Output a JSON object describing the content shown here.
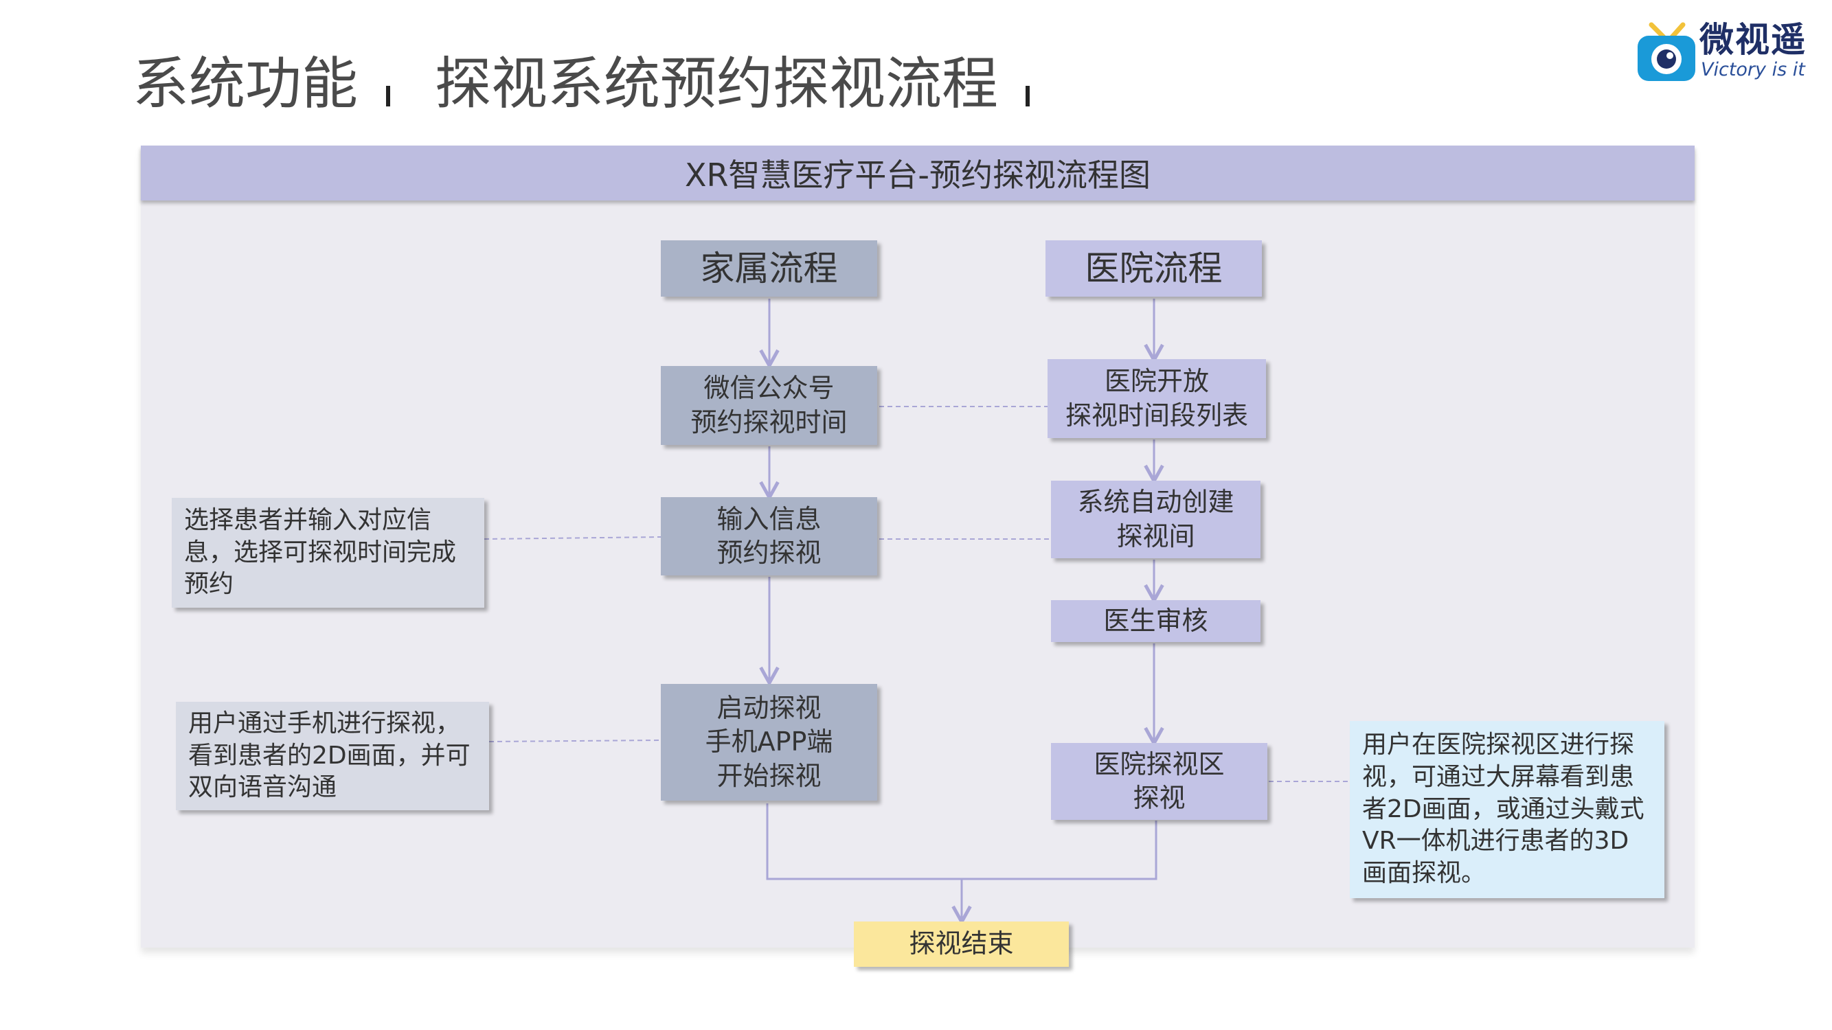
{
  "header": {
    "title": "系统功能",
    "subtitle": "探视系统预约探视流程"
  },
  "logo": {
    "name": "微视遥",
    "slogan": "Victory is it"
  },
  "diagram": {
    "title": "XR智慧医疗平台-预约探视流程图",
    "family_lane": {
      "heading": "家属流程",
      "steps": [
        "微信公众号\n预约探视时间",
        "输入信息\n预约探视",
        "启动探视\n手机APP端\n开始探视"
      ]
    },
    "hospital_lane": {
      "heading": "医院流程",
      "steps": [
        "医院开放\n探视时间段列表",
        "系统自动创建\n探视间",
        "医生审核",
        "医院探视区\n探视"
      ]
    },
    "notes": [
      "选择患者并输入对应信息，选择可探视时间完成预约",
      "用户通过手机进行探视，看到患者的2D画面，并可双向语音沟通",
      "用户在医院探视区进行探视，可通过大屏幕看到患者2D画面，或通过头戴式VR一体机进行患者的3D画面探视。"
    ],
    "end": "探视结束"
  },
  "colors": {
    "panel": "#ecebf1",
    "header_band": "#bdbde0",
    "family_node": "#aab3c7",
    "hospital_node": "#c3c3e6",
    "note": "#d8dbe5",
    "note_highlight": "#daeefa",
    "end_node": "#fbe79c",
    "arrow": "#a9a6d6"
  }
}
